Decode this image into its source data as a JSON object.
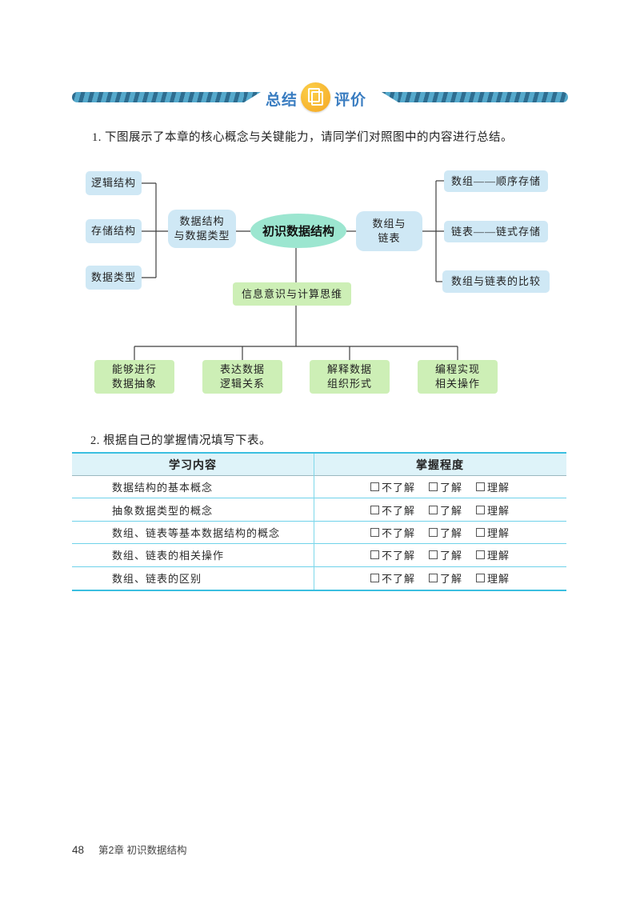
{
  "banner": {
    "left_label": "总结",
    "right_label": "评价",
    "icon": "document-pages-icon"
  },
  "instructions": {
    "item1": "1. 下图展示了本章的核心概念与关键能力，请同学们对照图中的内容进行总结。",
    "item2": "2. 根据自己的掌握情况填写下表。"
  },
  "diagram": {
    "root": "初识数据结构",
    "left_branch": {
      "node": "数据结构\n与数据类型",
      "children": [
        "逻辑结构",
        "存储结构",
        "数据类型"
      ]
    },
    "right_branch": {
      "node": "数组与\n链表",
      "children": [
        "数组——顺序存储",
        "链表——链式存储",
        "数组与链表的比较"
      ]
    },
    "bottom_branch": {
      "node": "信息意识与计算思维",
      "children": [
        "能够进行\n数据抽象",
        "表达数据\n逻辑关系",
        "解释数据\n组织形式",
        "编程实现\n相关操作"
      ]
    }
  },
  "table": {
    "headers": [
      "学习内容",
      "掌握程度"
    ],
    "rows": [
      {
        "label": "数据结构的基本概念",
        "options": [
          "不了解",
          "了解",
          "理解"
        ]
      },
      {
        "label": "抽象数据类型的概念",
        "options": [
          "不了解",
          "了解",
          "理解"
        ]
      },
      {
        "label": "数组、链表等基本数据结构的概念",
        "options": [
          "不了解",
          "了解",
          "理解"
        ]
      },
      {
        "label": "数组、链表的相关操作",
        "options": [
          "不了解",
          "了解",
          "理解"
        ]
      },
      {
        "label": "数组、链表的区别",
        "options": [
          "不了解",
          "了解",
          "理解"
        ]
      }
    ]
  },
  "footer": {
    "page_number": "48",
    "chapter": "第2章  初识数据结构"
  },
  "colors": {
    "banner_text": "#3a7dc1",
    "ribbon_dark": "#2e6d90",
    "ribbon_light": "#55a9cc",
    "icon_orange": "#f5a623",
    "box_blue": "#cfe8f5",
    "box_green": "#cdefb6",
    "ellipse_mint": "#9ce6d0",
    "table_border": "#3bbfe0",
    "table_header_bg": "#def3f9"
  }
}
